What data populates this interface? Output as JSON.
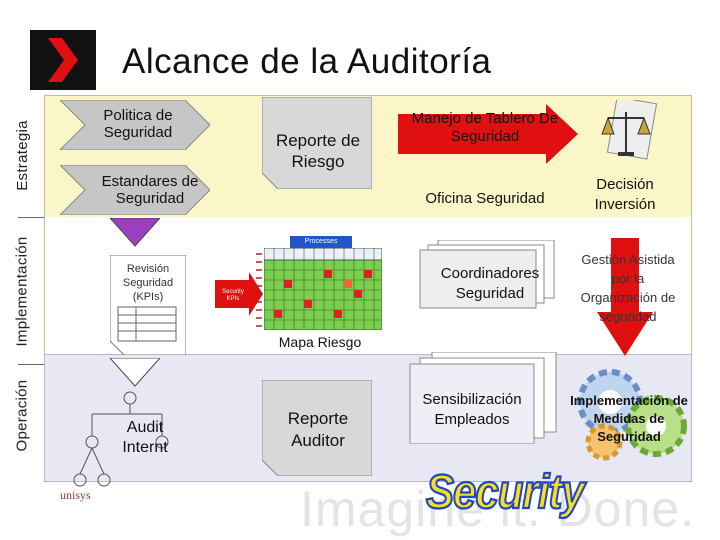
{
  "title": "Alcance de la Auditoría",
  "side_labels": {
    "strategy": "Estrategia",
    "implementation": "Implementación",
    "operation": "Operación"
  },
  "col1": {
    "policy": "Politica de Seguridad",
    "standards": "Estandares de Seguridad",
    "review": "Revisión Seguridad (KPIs)",
    "audit": "Audit Internt"
  },
  "col2": {
    "risk_report": "Reporte de Riesgo",
    "grid_header": "Processes",
    "kpis_tag": "Security KPIs",
    "risk_map": "Mapa Riesgo",
    "auditor_report": "Reporte Auditor"
  },
  "col3": {
    "dashboard": "Manejo de Tablero De Seguridad",
    "office": "Oficina Seguridad",
    "coordinators": "Coordinadores Seguridad",
    "awareness": "Sensibilización Empleados"
  },
  "col4": {
    "decision": "Decisión Inversión",
    "assisted": "Gestión Asistida por la Organización de seguridad",
    "implementation": "Implementación de Medidas de Seguridad"
  },
  "footer": {
    "brand": "unisys",
    "tagline": "Imagine it. Done.",
    "badge": "Security"
  },
  "colors": {
    "accent_red": "#e01010",
    "gold": "#fbf6c8",
    "lavender": "#e8e8f4",
    "grid_green": "#7dce4f",
    "badge_yellow": "#f6e21a"
  }
}
